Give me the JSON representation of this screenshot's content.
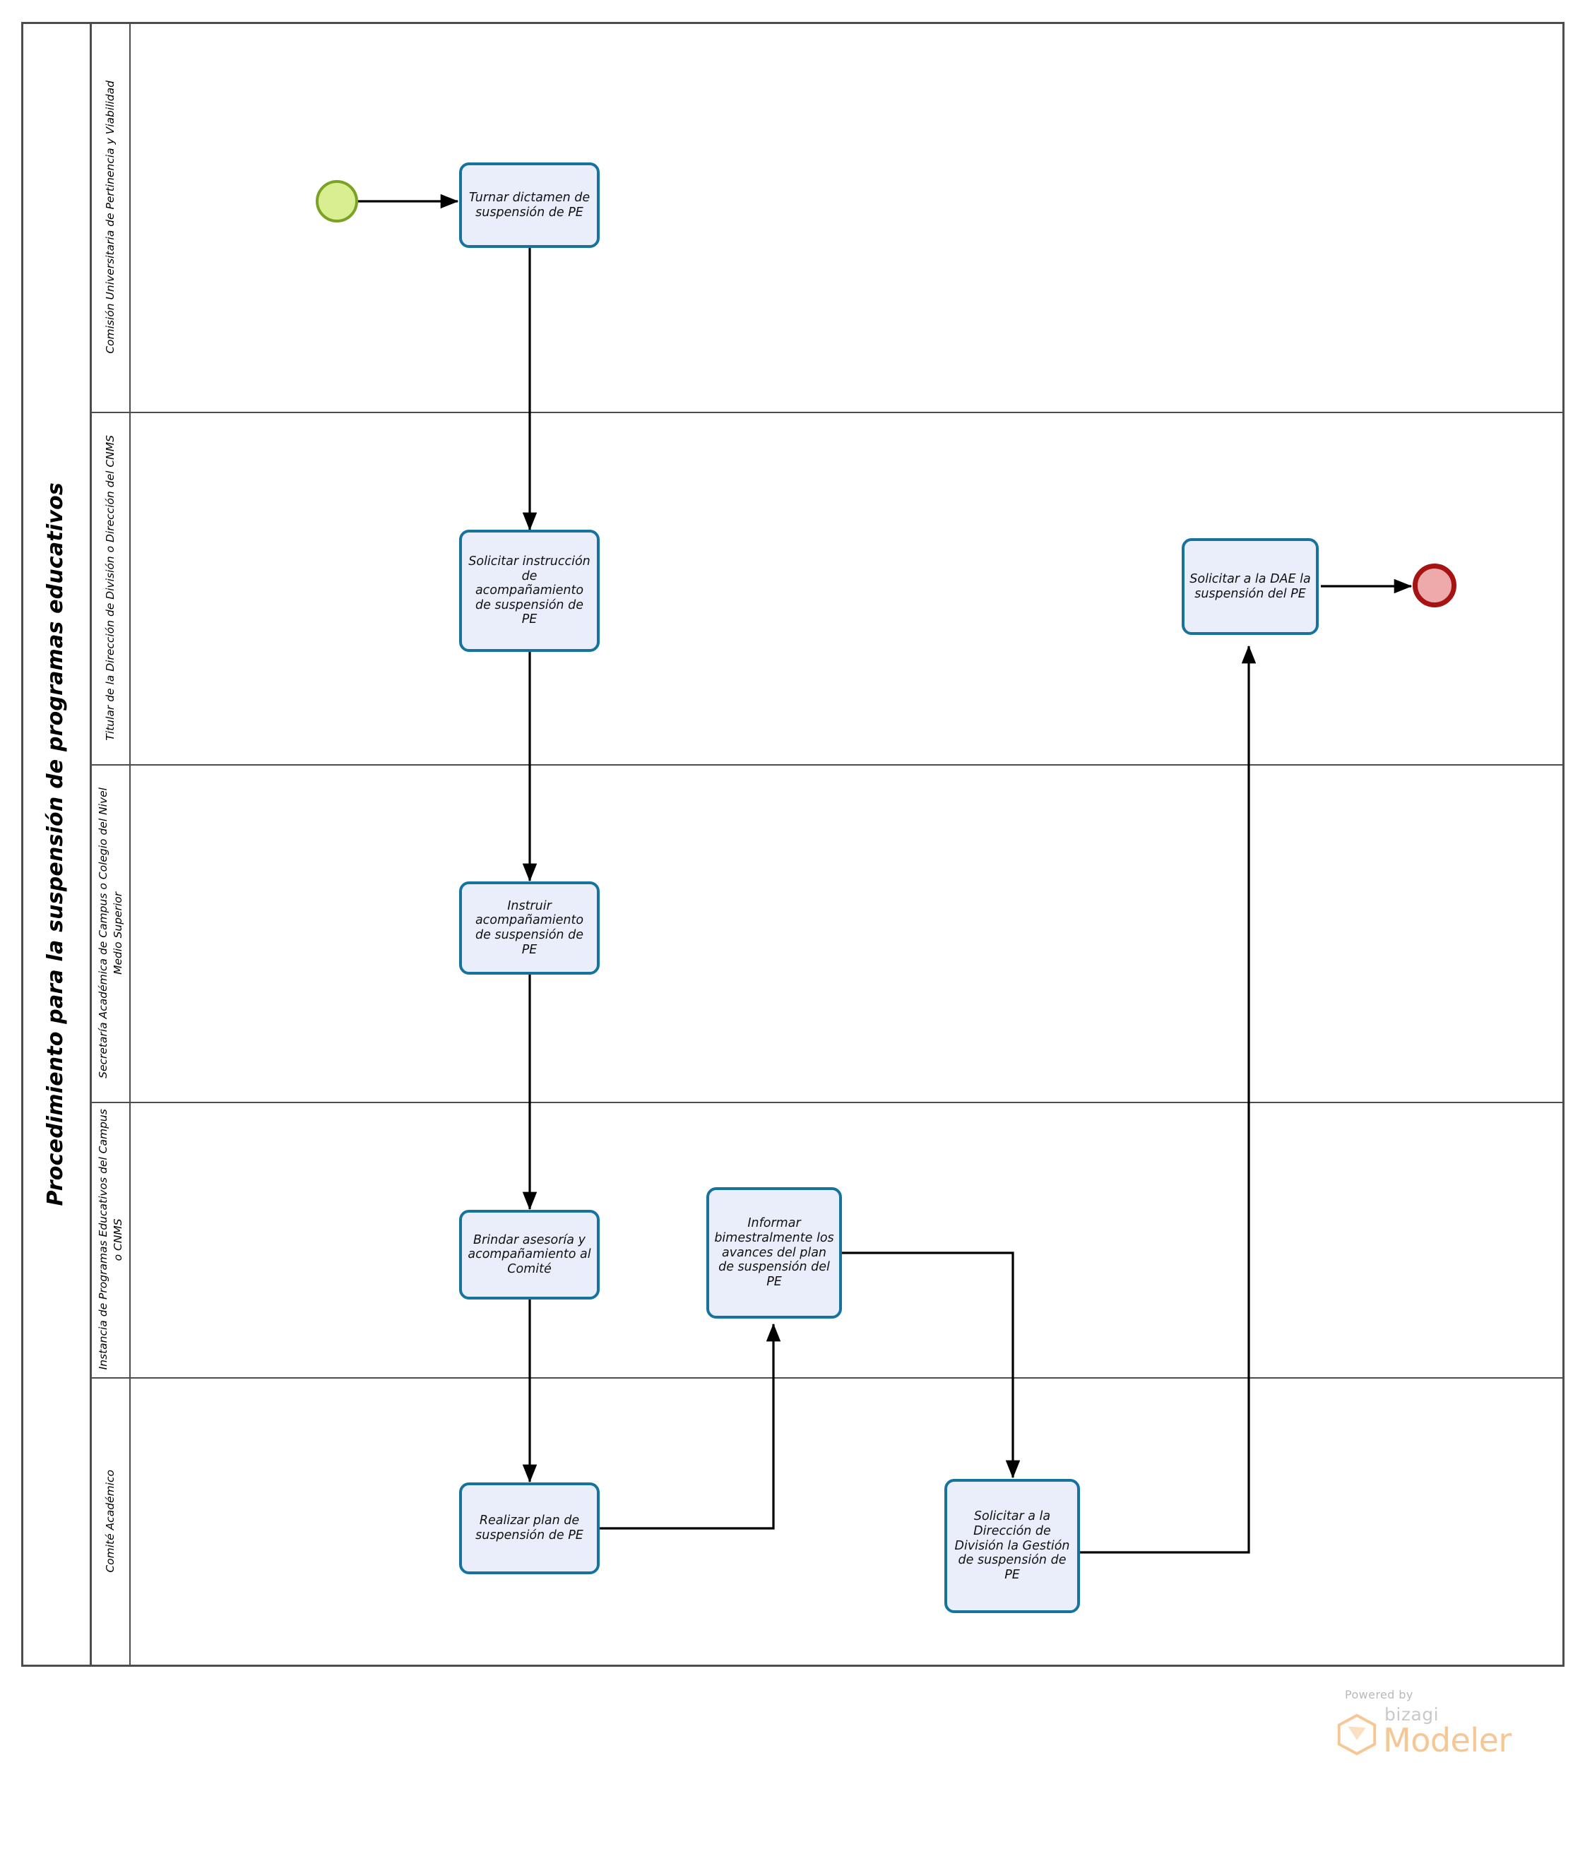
{
  "diagram": {
    "type": "bpmn-pool-lanes",
    "pool_title": "Procedimiento para la suspensión de programas educativos",
    "lanes": [
      {
        "id": "lane-comision",
        "label": "Comisión Universitaria de Pertinencia y Viabilidad"
      },
      {
        "id": "lane-titular",
        "label": "Titular de la Dirección de División o Dirección del CNMS"
      },
      {
        "id": "lane-secretaria",
        "label": "Secretaría Académica de Campus o Colegio del Nivel Medio Superior"
      },
      {
        "id": "lane-instancia",
        "label": "Instancia de Programas Educativos del Campus o CNMS"
      },
      {
        "id": "lane-comite",
        "label": "Comité Académico"
      }
    ],
    "events": [
      {
        "id": "start-event",
        "kind": "start",
        "lane": "lane-comision",
        "label": ""
      },
      {
        "id": "end-event",
        "kind": "end",
        "lane": "lane-titular",
        "label": ""
      }
    ],
    "tasks": [
      {
        "id": "task-turnar-dictamen",
        "lane": "lane-comision",
        "label": "Turnar dictamen de suspensión de PE"
      },
      {
        "id": "task-solicitar-instruccion",
        "lane": "lane-titular",
        "label": "Solicitar instrucción de acompañamiento de suspensión de PE"
      },
      {
        "id": "task-solicitar-dae",
        "lane": "lane-titular",
        "label": "Solicitar a la DAE la suspensión del PE"
      },
      {
        "id": "task-instruir-acompanamiento",
        "lane": "lane-secretaria",
        "label": "Instruir acompañamiento de suspensión de PE"
      },
      {
        "id": "task-brindar-asesoria",
        "lane": "lane-instancia",
        "label": "Brindar asesoría y acompañamiento al Comité"
      },
      {
        "id": "task-informar-bimestralmente",
        "lane": "lane-instancia",
        "label": "Informar bimestralmente los avances del plan de suspensión del PE"
      },
      {
        "id": "task-realizar-plan",
        "lane": "lane-comite",
        "label": "Realizar plan de suspensión de PE"
      },
      {
        "id": "task-solicitar-gestion",
        "lane": "lane-comite",
        "label": "Solicitar a la Dirección de División la Gestión de suspensión de PE"
      }
    ],
    "flows": [
      {
        "id": "flow-start-to-turnar",
        "from": "start-event",
        "to": "task-turnar-dictamen"
      },
      {
        "id": "flow-turnar-to-solicitar-instruccion",
        "from": "task-turnar-dictamen",
        "to": "task-solicitar-instruccion"
      },
      {
        "id": "flow-solicitar-instruccion-to-instruir",
        "from": "task-solicitar-instruccion",
        "to": "task-instruir-acompanamiento"
      },
      {
        "id": "flow-instruir-to-brindar",
        "from": "task-instruir-acompanamiento",
        "to": "task-brindar-asesoria"
      },
      {
        "id": "flow-brindar-to-realizar",
        "from": "task-brindar-asesoria",
        "to": "task-realizar-plan"
      },
      {
        "id": "flow-realizar-to-informar",
        "from": "task-realizar-plan",
        "to": "task-informar-bimestralmente"
      },
      {
        "id": "flow-informar-to-solicitar-gestion",
        "from": "task-informar-bimestralmente",
        "to": "task-solicitar-gestion"
      },
      {
        "id": "flow-solicitar-gestion-to-solicitar-dae",
        "from": "task-solicitar-gestion",
        "to": "task-solicitar-dae"
      },
      {
        "id": "flow-solicitar-dae-to-end",
        "from": "task-solicitar-dae",
        "to": "end-event"
      }
    ]
  },
  "colors": {
    "task_fill": "#eaeefb",
    "task_border": "#16739e",
    "start_fill": "#d9ed91",
    "start_border": "#7aa325",
    "end_fill": "#eeaaaa",
    "end_border": "#a51313",
    "pool_border": "#4d4d4d",
    "flow_line": "#000000",
    "brand_accent": "#f6c794"
  },
  "branding": {
    "powered_by": "Powered by",
    "product_prefix": "bizagi",
    "product_name": "Modeler"
  }
}
